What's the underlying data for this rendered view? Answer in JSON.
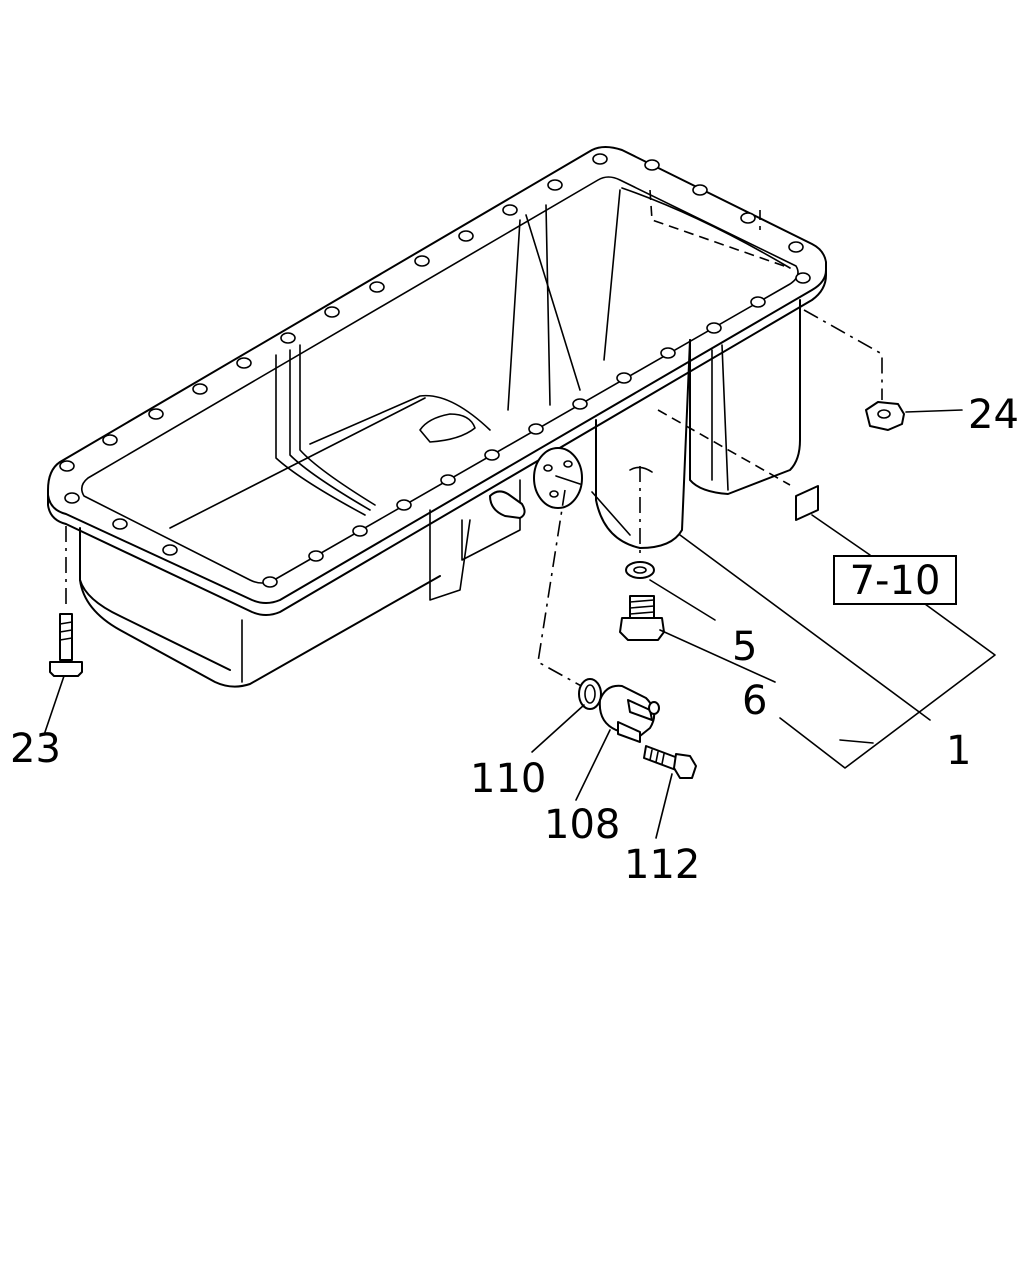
{
  "callouts": {
    "c1": "1",
    "c5": "5",
    "c6": "6",
    "c23": "23",
    "c24": "24",
    "c108": "108",
    "c110": "110",
    "c112": "112"
  },
  "reference_box": "7-10"
}
